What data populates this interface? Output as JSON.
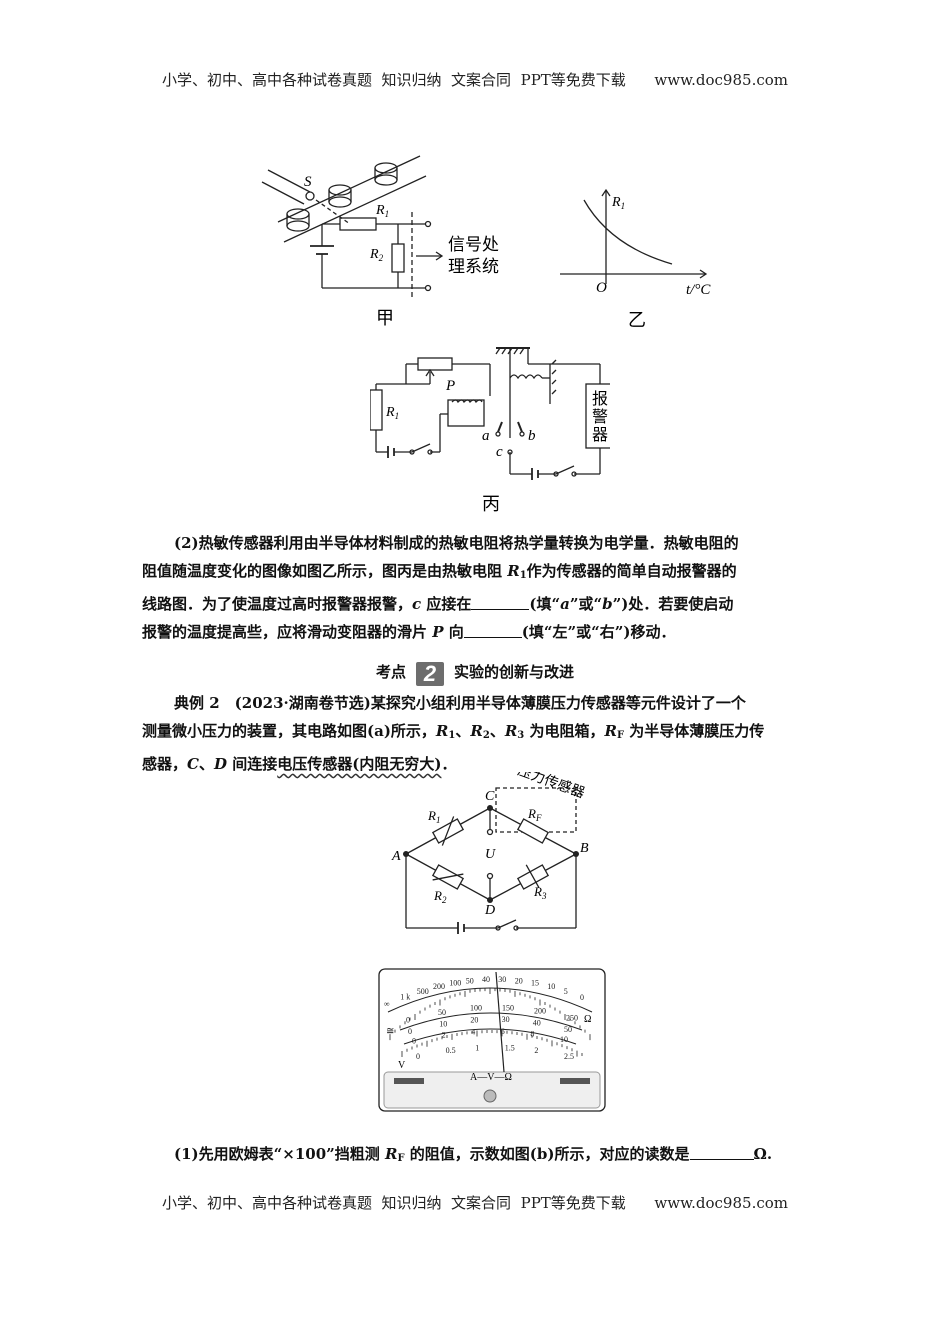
{
  "header": {
    "text": "小学、初中、高中各种试卷真题  知识归纳  文案合同  PPT等免费下载      www.doc985.com"
  },
  "footer": {
    "text": "小学、初中、高中各种试卷真题  知识归纳  文案合同  PPT等免费下载      www.doc985.com"
  },
  "fig_jia": {
    "caption": "甲",
    "label_s": "S",
    "label_r1": "R",
    "label_r1_sub": "1",
    "label_r2": "R",
    "label_r2_sub": "2",
    "signal_line1": "信号处",
    "signal_line2": "理系统"
  },
  "fig_yi": {
    "caption": "乙",
    "ylabel": "R",
    "ylabel_sub": "1",
    "origin": "O",
    "xlabel": "t/°C"
  },
  "fig_bing": {
    "caption": "丙",
    "label_r1": "R",
    "label_r1_sub": "1",
    "label_p": "P",
    "label_a": "a",
    "label_b": "b",
    "label_c": "c",
    "alarm_1": "报",
    "alarm_2": "警",
    "alarm_3": "器"
  },
  "q2": {
    "line1": "(2)热敏传感器利用由半导体材料制成的热敏电阻将热学量转换为电学量．热敏电阻的",
    "line2a": "阻值随温度变化的图像如图乙所示，图丙是由热敏电阻 ",
    "line2_r": "R",
    "line2_sub": "1",
    "line2b": "作为传感器的简单自动报警器的",
    "line3a": "线路图．为了使温度过高时报警器报警，",
    "line3_c": "c",
    "line3b": " 应接在",
    "line3c": "(填“",
    "line3_a": "a",
    "line3d": "”或“",
    "line3_b": "b",
    "line3e": "”)处．若要使启动",
    "line4a": "报警的温度提高些，应将滑动变阻器的滑片 ",
    "line4_p": "P",
    "line4b": " 向",
    "line4c": "(填“左”或“右”)移动．"
  },
  "section": {
    "prefix": "考点",
    "number": "2",
    "title": "实验的创新与改进"
  },
  "example2": {
    "line1a": "典例 2　(2023·湖南卷节选)某探究小组利用半导体薄膜压力传感器等元件设计了一个",
    "line2a": "测量微小压力的装置，其电路如图(a)所示，",
    "r1": "R",
    "r1s": "1",
    "sep1": "、",
    "r2": "R",
    "r2s": "2",
    "sep2": "、",
    "r3": "R",
    "r3s": "3",
    "line2b": " 为电阻箱，",
    "rf": "R",
    "rfs": "F",
    "line2c": " 为半导体薄膜压力传",
    "line3a": "感器，",
    "c": "C",
    "line3b": "、",
    "d": "D",
    "line3c": " 间连接",
    "line3d": "电压传感器(内阻无穷大)",
    "line3e": "．"
  },
  "fig_a": {
    "label_a": "A",
    "label_b": "B",
    "label_c": "C",
    "label_d": "D",
    "label_u": "U",
    "r1": "R",
    "r1s": "1",
    "r2": "R",
    "r2s": "2",
    "r3": "R",
    "r3s": "3",
    "rf": "R",
    "rfs": "F",
    "sensor": "压力传感器"
  },
  "meter": {
    "ohm_scale": [
      "∞",
      "1 k",
      "500",
      "200",
      "100",
      "50",
      "40",
      "30",
      "20",
      "15",
      "10",
      "5",
      "0"
    ],
    "dc_scale_top": [
      "0",
      "50",
      "100",
      "150",
      "200",
      "250"
    ],
    "dc_scale_mid": [
      "0",
      "10",
      "20",
      "30",
      "40",
      "50"
    ],
    "dc_scale_low": [
      "0",
      "2",
      "4",
      "6",
      "8",
      "10"
    ],
    "ac_scale": [
      "0",
      "0.5",
      "1",
      "1.5",
      "2",
      "2.5"
    ],
    "ohm_symbol": "Ω",
    "ac_symbol": "≅",
    "v_symbol": "V",
    "bottom_label": "A—V—Ω"
  },
  "q1": {
    "a": "(1)先用欧姆表“×100”挡粗测 ",
    "r": "R",
    "rs": "F",
    "b": " 的阻值，示数如图(b)所示，对应的读数是",
    "c": "Ω."
  }
}
